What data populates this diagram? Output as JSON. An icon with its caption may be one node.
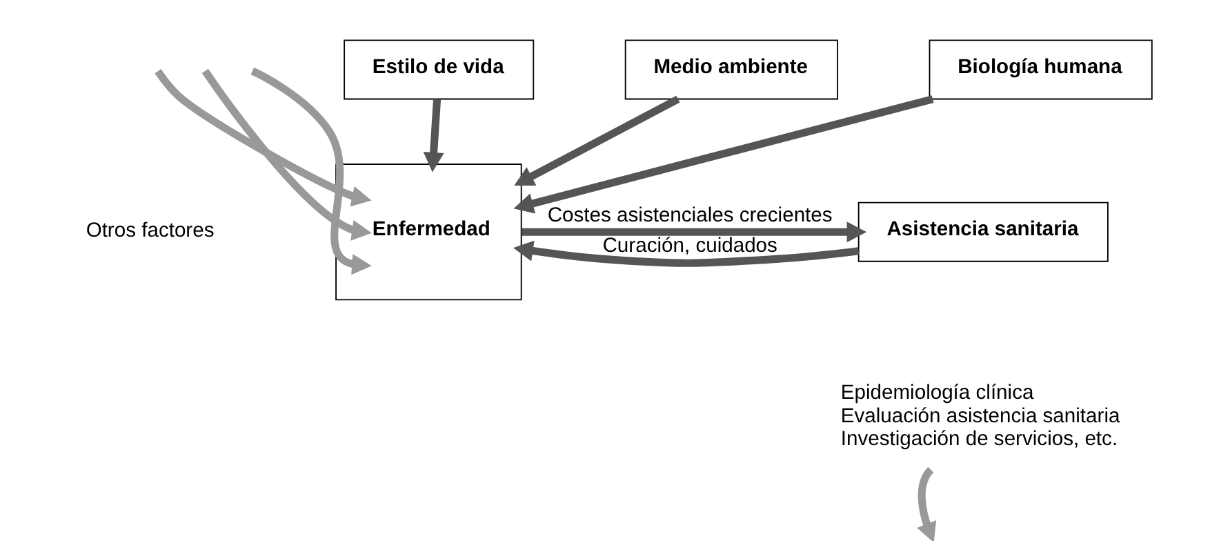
{
  "diagram": {
    "nodes": [
      {
        "text": [
          "Estilo de vida"
        ]
      },
      {
        "text": [
          "Medio ambiente"
        ]
      },
      {
        "text": [
          "Biología humana"
        ]
      },
      {
        "text": [
          "Enfermedad"
        ]
      },
      {
        "text": [
          "Asistencia sanitaria"
        ]
      },
      {
        "text": [
          "Epidemiología clínica",
          "Evaluación asistencia sanitaria",
          "Investigación de servicios, etc."
        ]
      }
    ],
    "edges": [
      {
        "from": 0,
        "to": 3,
        "arrow": "to"
      },
      {
        "from": 1,
        "to": 3,
        "arrow": "to"
      },
      {
        "from": 2,
        "to": 3,
        "arrow": "to"
      },
      {
        "from": 3,
        "to": 4,
        "arrow": "to",
        "label": "Costes asistenciales crecientes"
      },
      {
        "from": 4,
        "to": 3,
        "arrow": "to",
        "label": "Curación, cuidados"
      },
      {
        "from": null,
        "to": 3,
        "arrow": "to",
        "color": "#999999"
      },
      {
        "from": null,
        "to": 3,
        "arrow": "to",
        "color": "#999999"
      },
      {
        "from": null,
        "to": 3,
        "arrow": "to",
        "color": "#999999"
      },
      {
        "from": 5,
        "to": null,
        "arrow": "to",
        "color": "#999999"
      }
    ],
    "labels": [
      "Otros factores"
    ]
  }
}
